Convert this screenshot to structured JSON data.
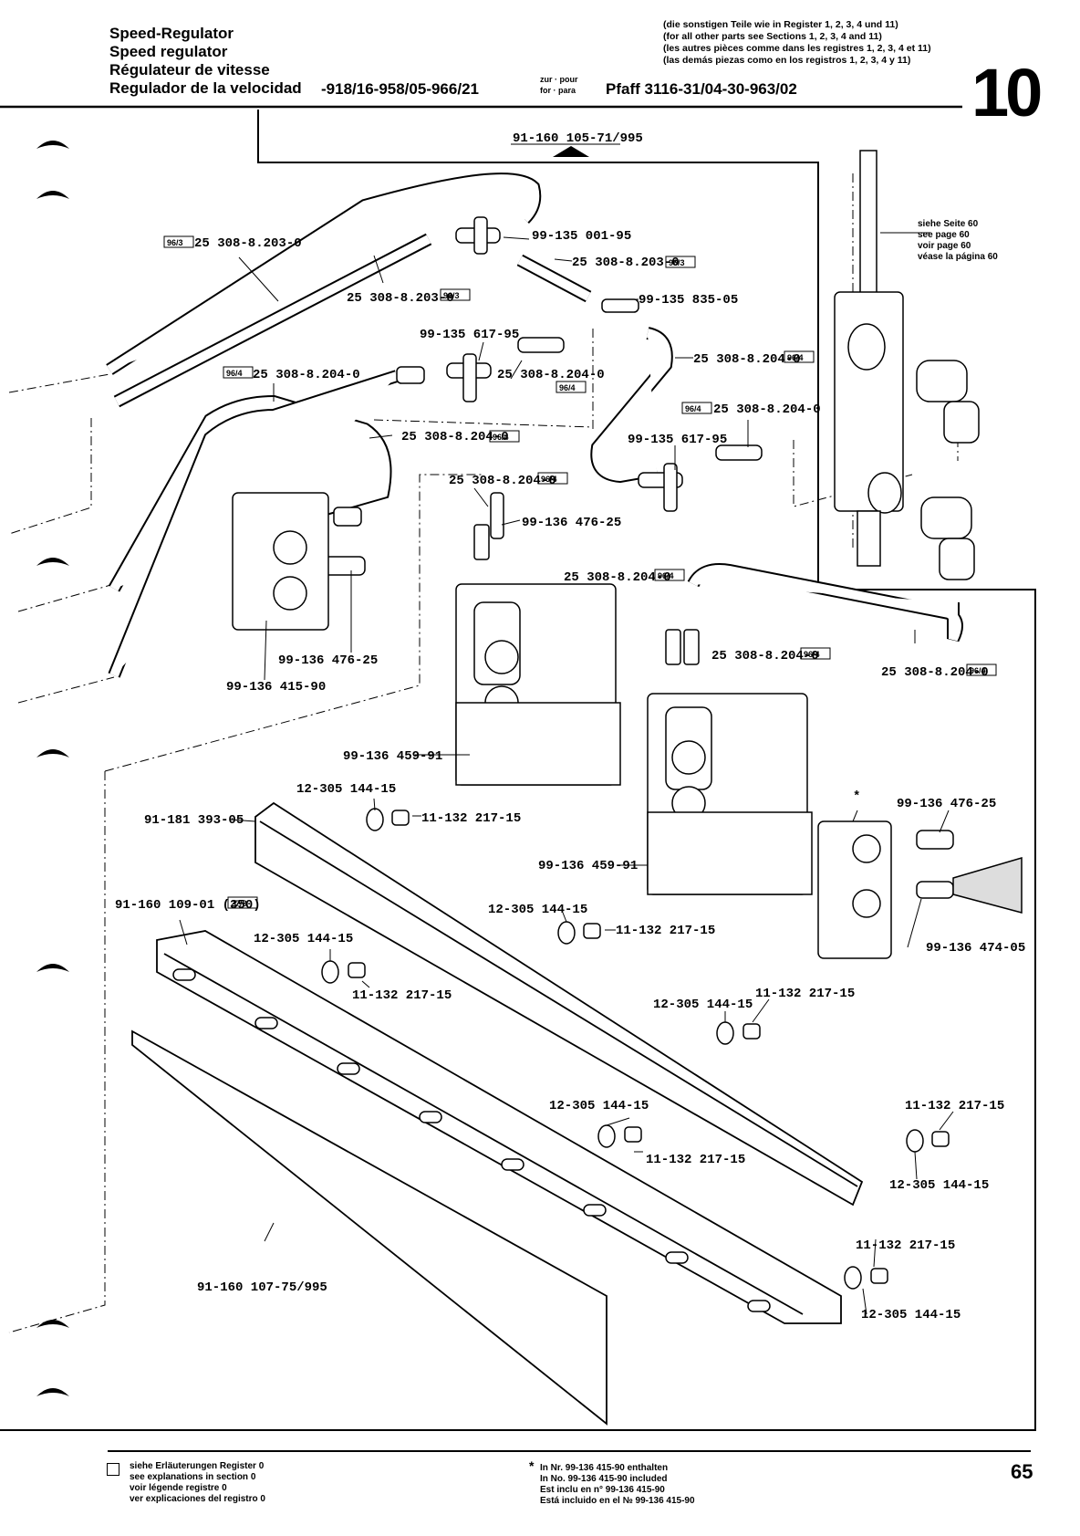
{
  "header": {
    "title_de": "Speed-Regulator",
    "title_en": "Speed regulator",
    "title_fr": "Régulateur de vitesse",
    "title_es": "Regulador de la velocidad",
    "model_number": "-918/16-958/05-966/21",
    "zur_pour": "zur · pour",
    "for_para": "for · para",
    "machine": "Pfaff 3116-31/04-30-963/02",
    "notes": [
      "(die sonstigen Teile wie in Register 1, 2, 3, 4 und 11)",
      "(for all other parts see Sections 1, 2, 3, 4 and 11)",
      "(les autres pièces comme dans les registres 1, 2, 3, 4 et 11)",
      "(las demás piezas como en los registros 1, 2, 3, 4 y 11)"
    ],
    "section_number": "10"
  },
  "see_page": [
    "siehe Seite 60",
    "see page 60",
    "voir page 60",
    "véase la página 60"
  ],
  "labels": {
    "top_assembly": "91-160 105-71/995",
    "l1": "25 308-8.203-0",
    "l1_ref": "96/3",
    "l2": "99-135 001-95",
    "l3": "25 308-8.203-0",
    "l3_ref": "96/3",
    "l4": "25 308-8.203-0",
    "l4_ref": "96/3",
    "l5": "99-135 835-05",
    "l6": "99-135 617-95",
    "l7": "25 308-8.204-0",
    "l7_ref": "96/4",
    "l8": "25 308-8.204-0",
    "l8_ref": "96/4",
    "l9": "25 308-8.204-0",
    "l9_ref": "96/4",
    "l10": "25 308-8.204-0",
    "l10_ref": "96/4",
    "l11": "25 308-8.204-0",
    "l11_ref": "96/4",
    "l12": "99-135 617-95",
    "l13": "25 308-8.204-0",
    "l13_ref": "96/4",
    "l14": "99-136 476-25",
    "l15": "25 308-8.204-0",
    "l15_ref": "96/4",
    "l16": "25 308-8.204-0",
    "l16_ref": "96/4",
    "l17": "25 308-8.204-0",
    "l17_ref": "96/4",
    "l18": "99-136 476-25",
    "l19": "99-136 415-90",
    "l20": "99-136 459-91",
    "l21": "12-305 144-15",
    "l22": "91-181 393-05",
    "l23": "11-132 217-15",
    "l24": "99-136 476-25",
    "l25": "99-136 459-91",
    "l26": "91-160 109-01 (350)",
    "l26_ref": "27/8",
    "l27": "12-305 144-15",
    "l28": "11-132 217-15",
    "l29": "12-305 144-15",
    "l30": "11-132 217-15",
    "l31": "99-136 474-05",
    "l32": "12-305 144-15",
    "l33": "11-132 217-15",
    "l34": "12-305 144-15",
    "l35": "11-132 217-15",
    "l36": "11-132 217-15",
    "l37": "12-305 144-15",
    "l38": "91-160 107-75/995",
    "l39": "11-132 217-15",
    "l40": "12-305 144-15",
    "star": "*"
  },
  "footer": {
    "explain": [
      "siehe Erläuterungen Register 0",
      "see explanations in section 0",
      "voir légende registre 0",
      "ver explicaciones del registro 0"
    ],
    "star_note": [
      "In Nr. 99-136 415-90 enthalten",
      "In No. 99-136 415-90 included",
      "Est inclu en n° 99-136 415-90",
      "Está incluido en el № 99-136 415-90"
    ],
    "page_number": "65"
  }
}
